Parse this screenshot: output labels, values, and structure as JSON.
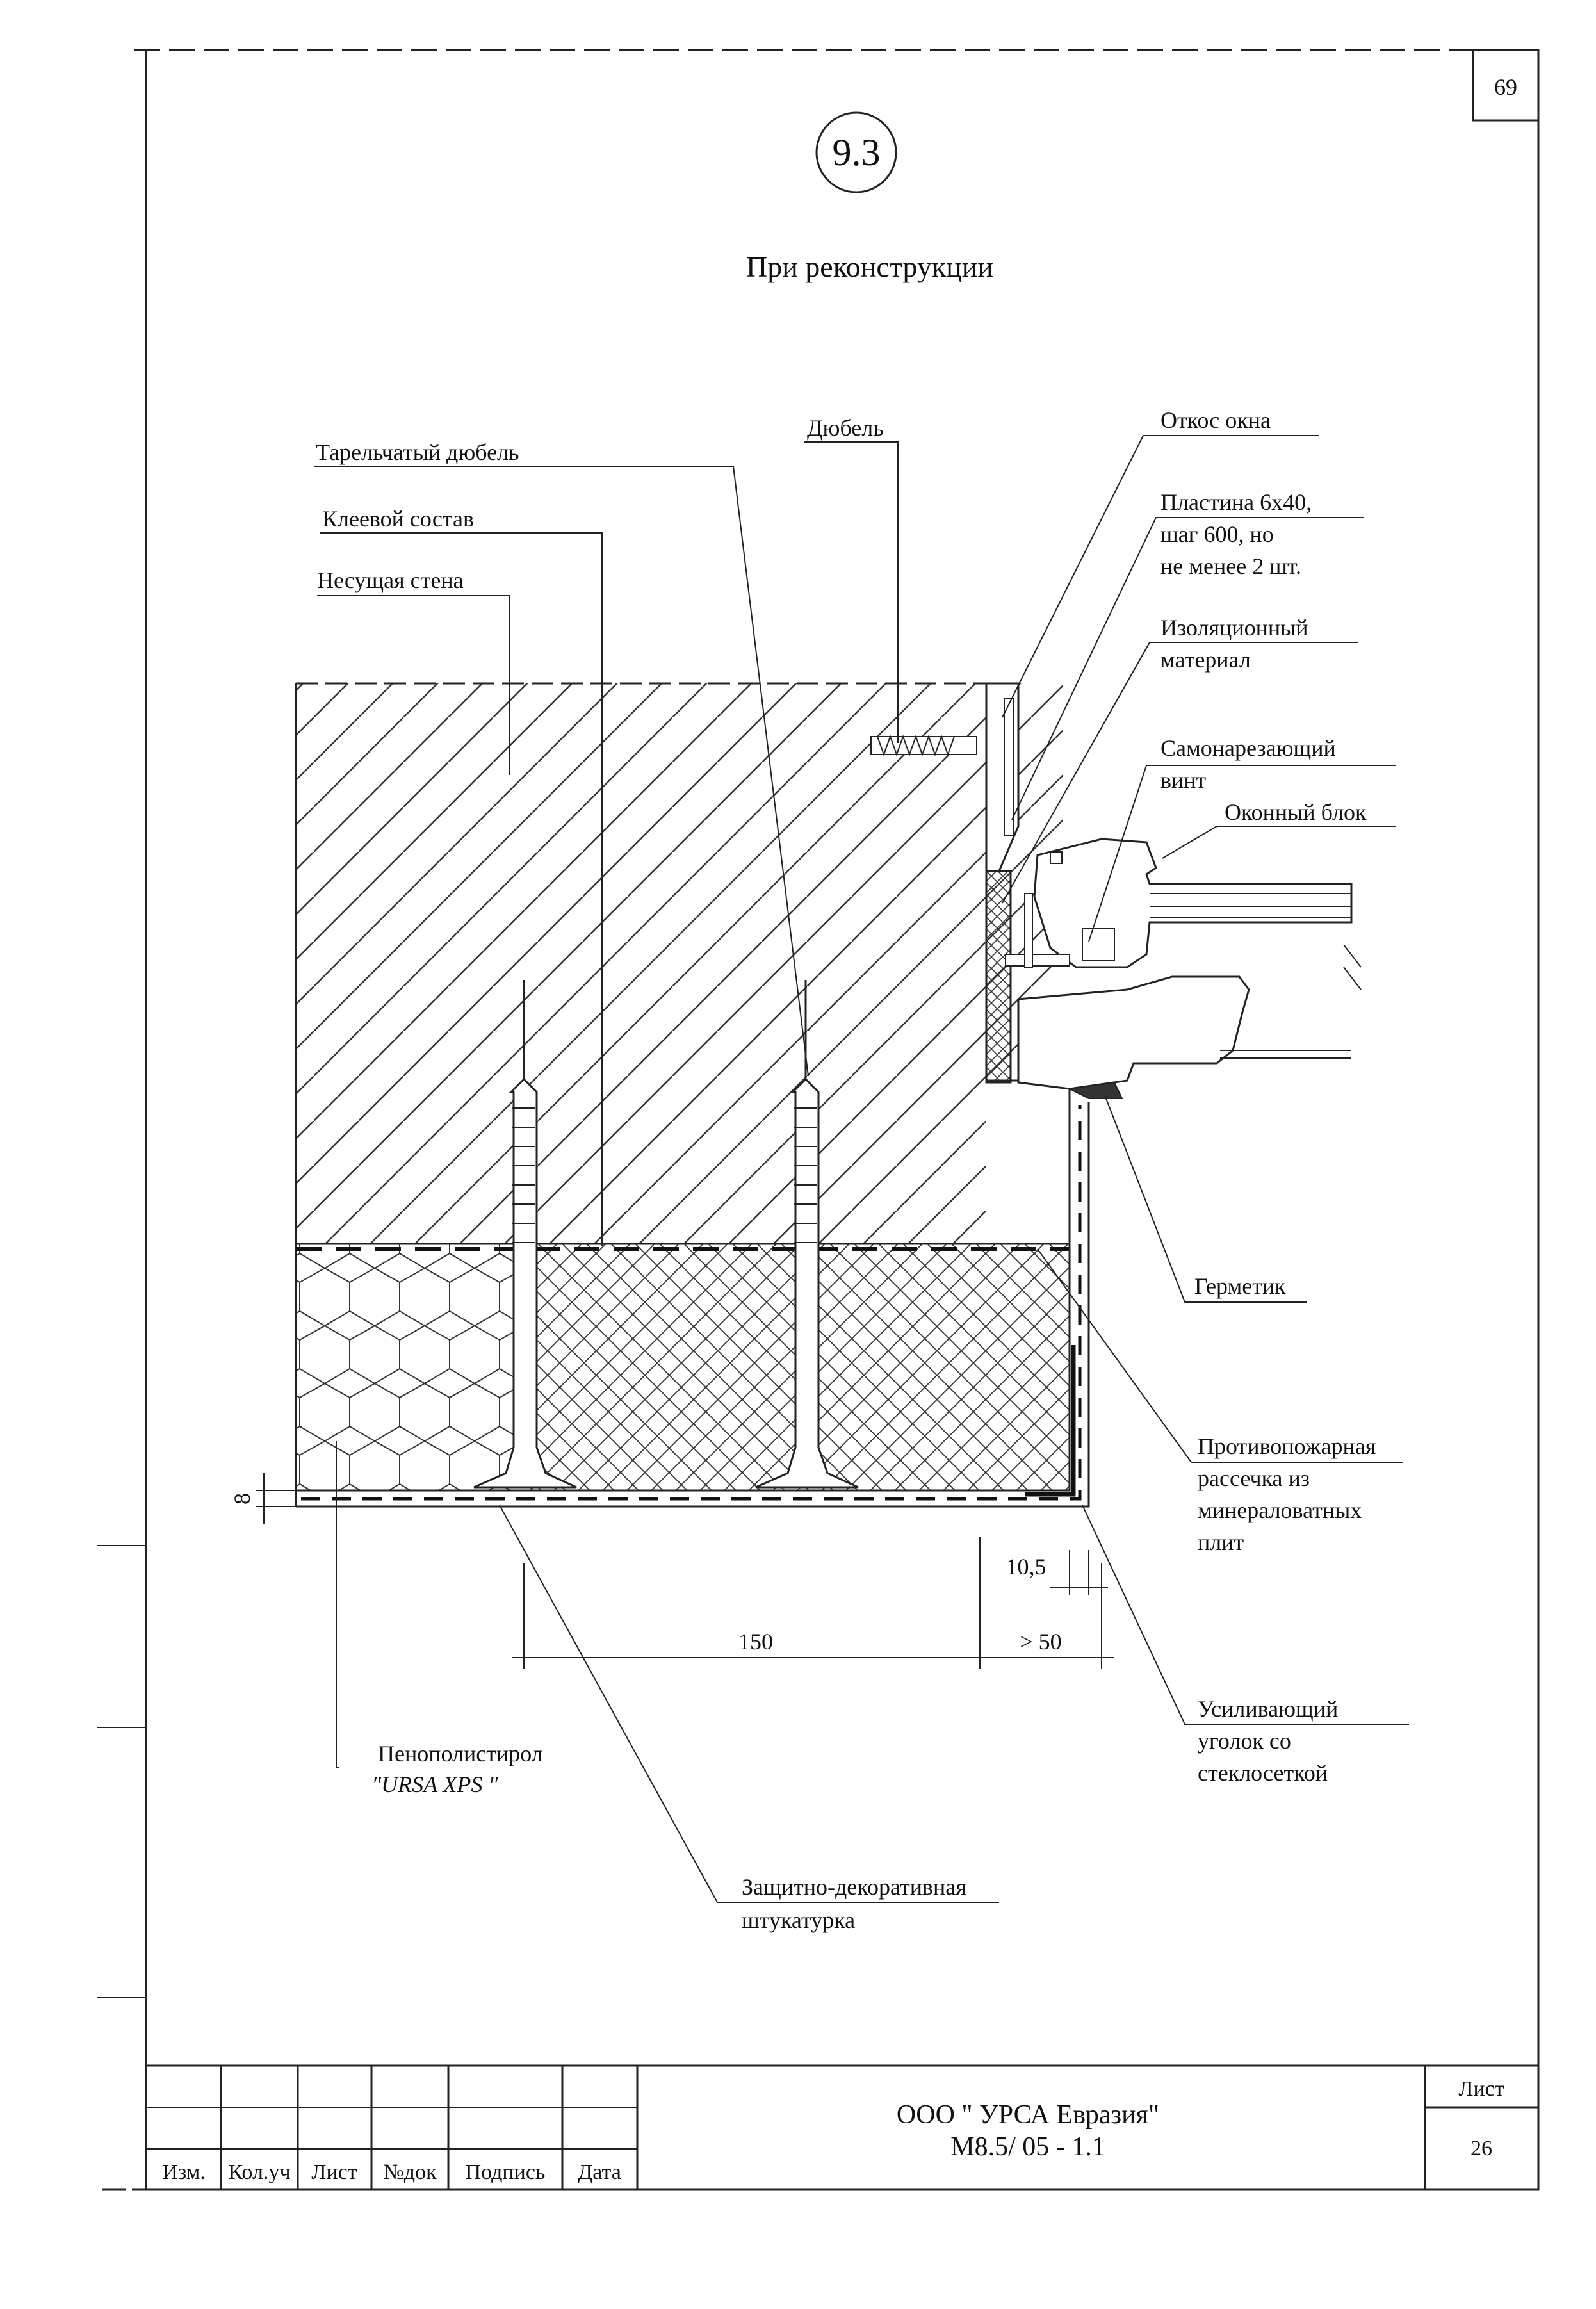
{
  "sheet_corner_number": "69",
  "detail_number": "9.3",
  "title": "При реконструкции",
  "callouts": {
    "dish_dowel": "Тарельчатый дюбель",
    "adhesive": "Клеевой состав",
    "bearing_wall": "Несущая стена",
    "dowel": "Дюбель",
    "window_slope": "Откос окна",
    "plate_line1": "Пластина 6х40,",
    "plate_line2": "шаг 600, но",
    "plate_line3": "не менее 2 шт.",
    "insulation_line1": "Изоляционный",
    "insulation_line2": "материал",
    "screw_line1": "Самонарезающий",
    "screw_line2": "винт",
    "window_block": "Оконный блок",
    "sealant": "Герметик",
    "firebreak_line1": "Противопожарная",
    "firebreak_line2": "рассечка из",
    "firebreak_line3": "минераловатных",
    "firebreak_line4": "плит",
    "polystyrene_line1": "Пенополистирол",
    "polystyrene_line2": "\"URSA XPS \"",
    "corner_line1": "Усиливающий",
    "corner_line2": "уголок со",
    "corner_line3": "стеклосеткой",
    "plaster_line1": "Защитно-декоративная",
    "plaster_line2": "штукатурка"
  },
  "dimensions": {
    "plaster": "8",
    "offset": "10,5",
    "dowel_spacing": "150",
    "min_distance": "> 50"
  },
  "title_block": {
    "company": "ООО \" УРСА Евразия\"",
    "doc_code": "М8.5/ 05 - 1.1",
    "sheet_label": "Лист",
    "sheet_number": "26",
    "col_izm": "Изм.",
    "col_kolvo": "Кол.уч",
    "col_list": "Лист",
    "col_ndok": "№док",
    "col_podpis": "Подпись",
    "col_data": "Дата"
  }
}
